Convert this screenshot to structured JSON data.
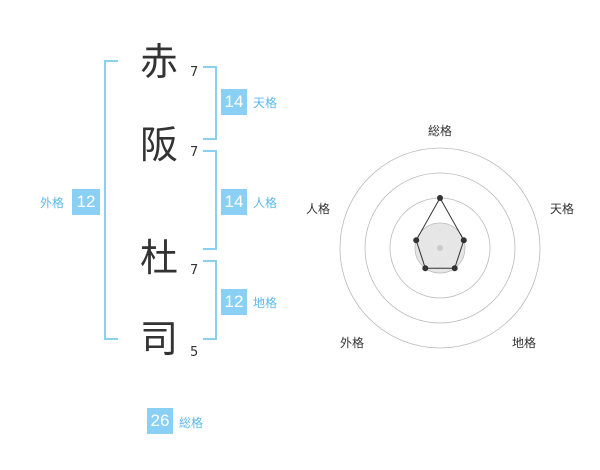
{
  "name": {
    "chars": [
      {
        "char": "赤",
        "strokes": "7"
      },
      {
        "char": "阪",
        "strokes": "7"
      },
      {
        "char": "杜",
        "strokes": "7"
      },
      {
        "char": "司",
        "strokes": "5"
      }
    ]
  },
  "fortunes": {
    "tenkaku": {
      "value": "14",
      "label": "天格"
    },
    "jinkaku": {
      "value": "14",
      "label": "人格"
    },
    "chikaku": {
      "value": "12",
      "label": "地格"
    },
    "gaikaku": {
      "value": "12",
      "label": "外格"
    },
    "soukaku": {
      "value": "26",
      "label": "総格"
    }
  },
  "chart_data": {
    "type": "radar",
    "axes": [
      "総格",
      "天格",
      "地格",
      "外格",
      "人格"
    ],
    "values": [
      2,
      1,
      1,
      1,
      1
    ],
    "rings": 4,
    "max": 4,
    "line_color": "#333333",
    "ring_color": "#bbbbbb"
  },
  "colors": {
    "accent": "#8acff4",
    "accent_text": "#5bb9ec"
  }
}
